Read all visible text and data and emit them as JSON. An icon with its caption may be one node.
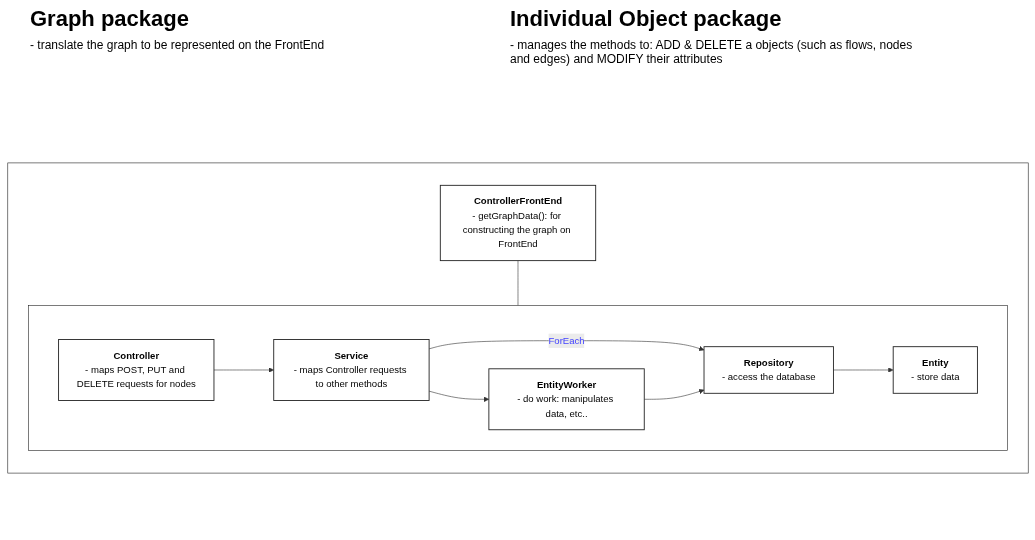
{
  "diagram": {
    "nodes": [
      {
        "text": [],
        "shape": "box"
      },
      {
        "text": [
          "ControllerFrontEnd",
          "- getGraphData(): for constructing the graph on FrontEnd"
        ],
        "in": 0
      },
      {
        "text": [],
        "shape": "box",
        "in": 0
      },
      {
        "text": [
          "Controller",
          "- maps POST, PUT and DELETE requests for nodes"
        ],
        "in": 2
      },
      {
        "text": [
          "Service",
          "- maps Controller requests to other methods"
        ],
        "in": 2
      },
      {
        "text": [
          "EntityWorker",
          "- do work: manipulates data, etc.."
        ],
        "in": 2
      },
      {
        "text": [
          "Entity",
          "- store data"
        ],
        "in": 2
      },
      {
        "text": [
          "Repository",
          "- access the database"
        ],
        "in": 2
      }
    ],
    "edges": [
      {
        "from": 1,
        "to": 2,
        "arrow": "none"
      },
      {
        "from": 3,
        "to": 4,
        "arrow": "to"
      },
      {
        "from": 4,
        "to": 5,
        "arrow": "to"
      },
      {
        "from": 4,
        "to": 7,
        "arrow": "to",
        "label": "ForEach"
      },
      {
        "from": 5,
        "to": 7,
        "arrow": "to"
      },
      {
        "from": 7,
        "to": 6,
        "arrow": "to"
      }
    ],
    "labels": [
      "Graph package",
      "- translate the graph to be represented on the FrontEnd",
      "Individual Object package",
      "- manages the methods to: ADD & DELETE a objects (such as flows, nodes and edges) and MODIFY their attributes"
    ]
  }
}
